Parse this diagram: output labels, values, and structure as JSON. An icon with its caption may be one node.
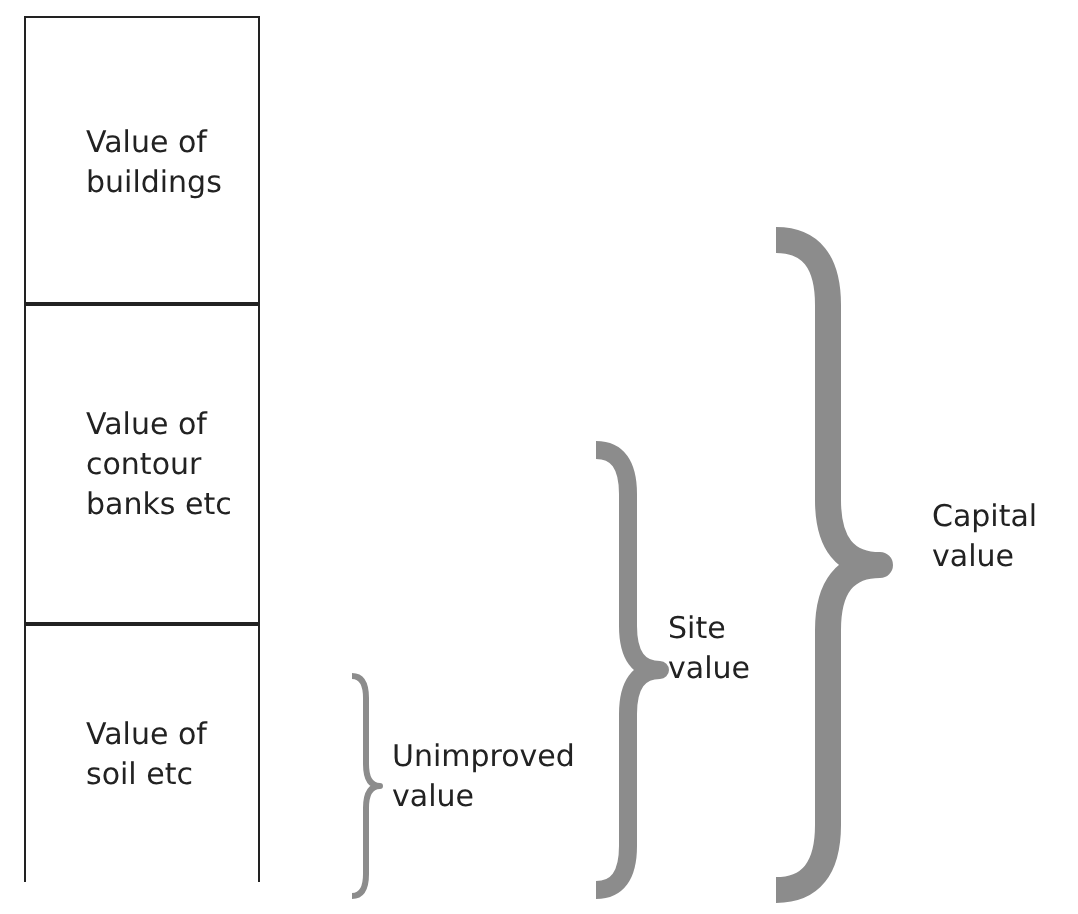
{
  "diagram": {
    "nodes": [
      {
        "text": [
          "Value of buildings"
        ]
      },
      {
        "text": [
          "Value of contour banks etc"
        ]
      },
      {
        "text": [
          "Value of soil etc"
        ]
      }
    ],
    "labels": [
      "Unimproved value",
      "Site value",
      "Capital value"
    ]
  }
}
